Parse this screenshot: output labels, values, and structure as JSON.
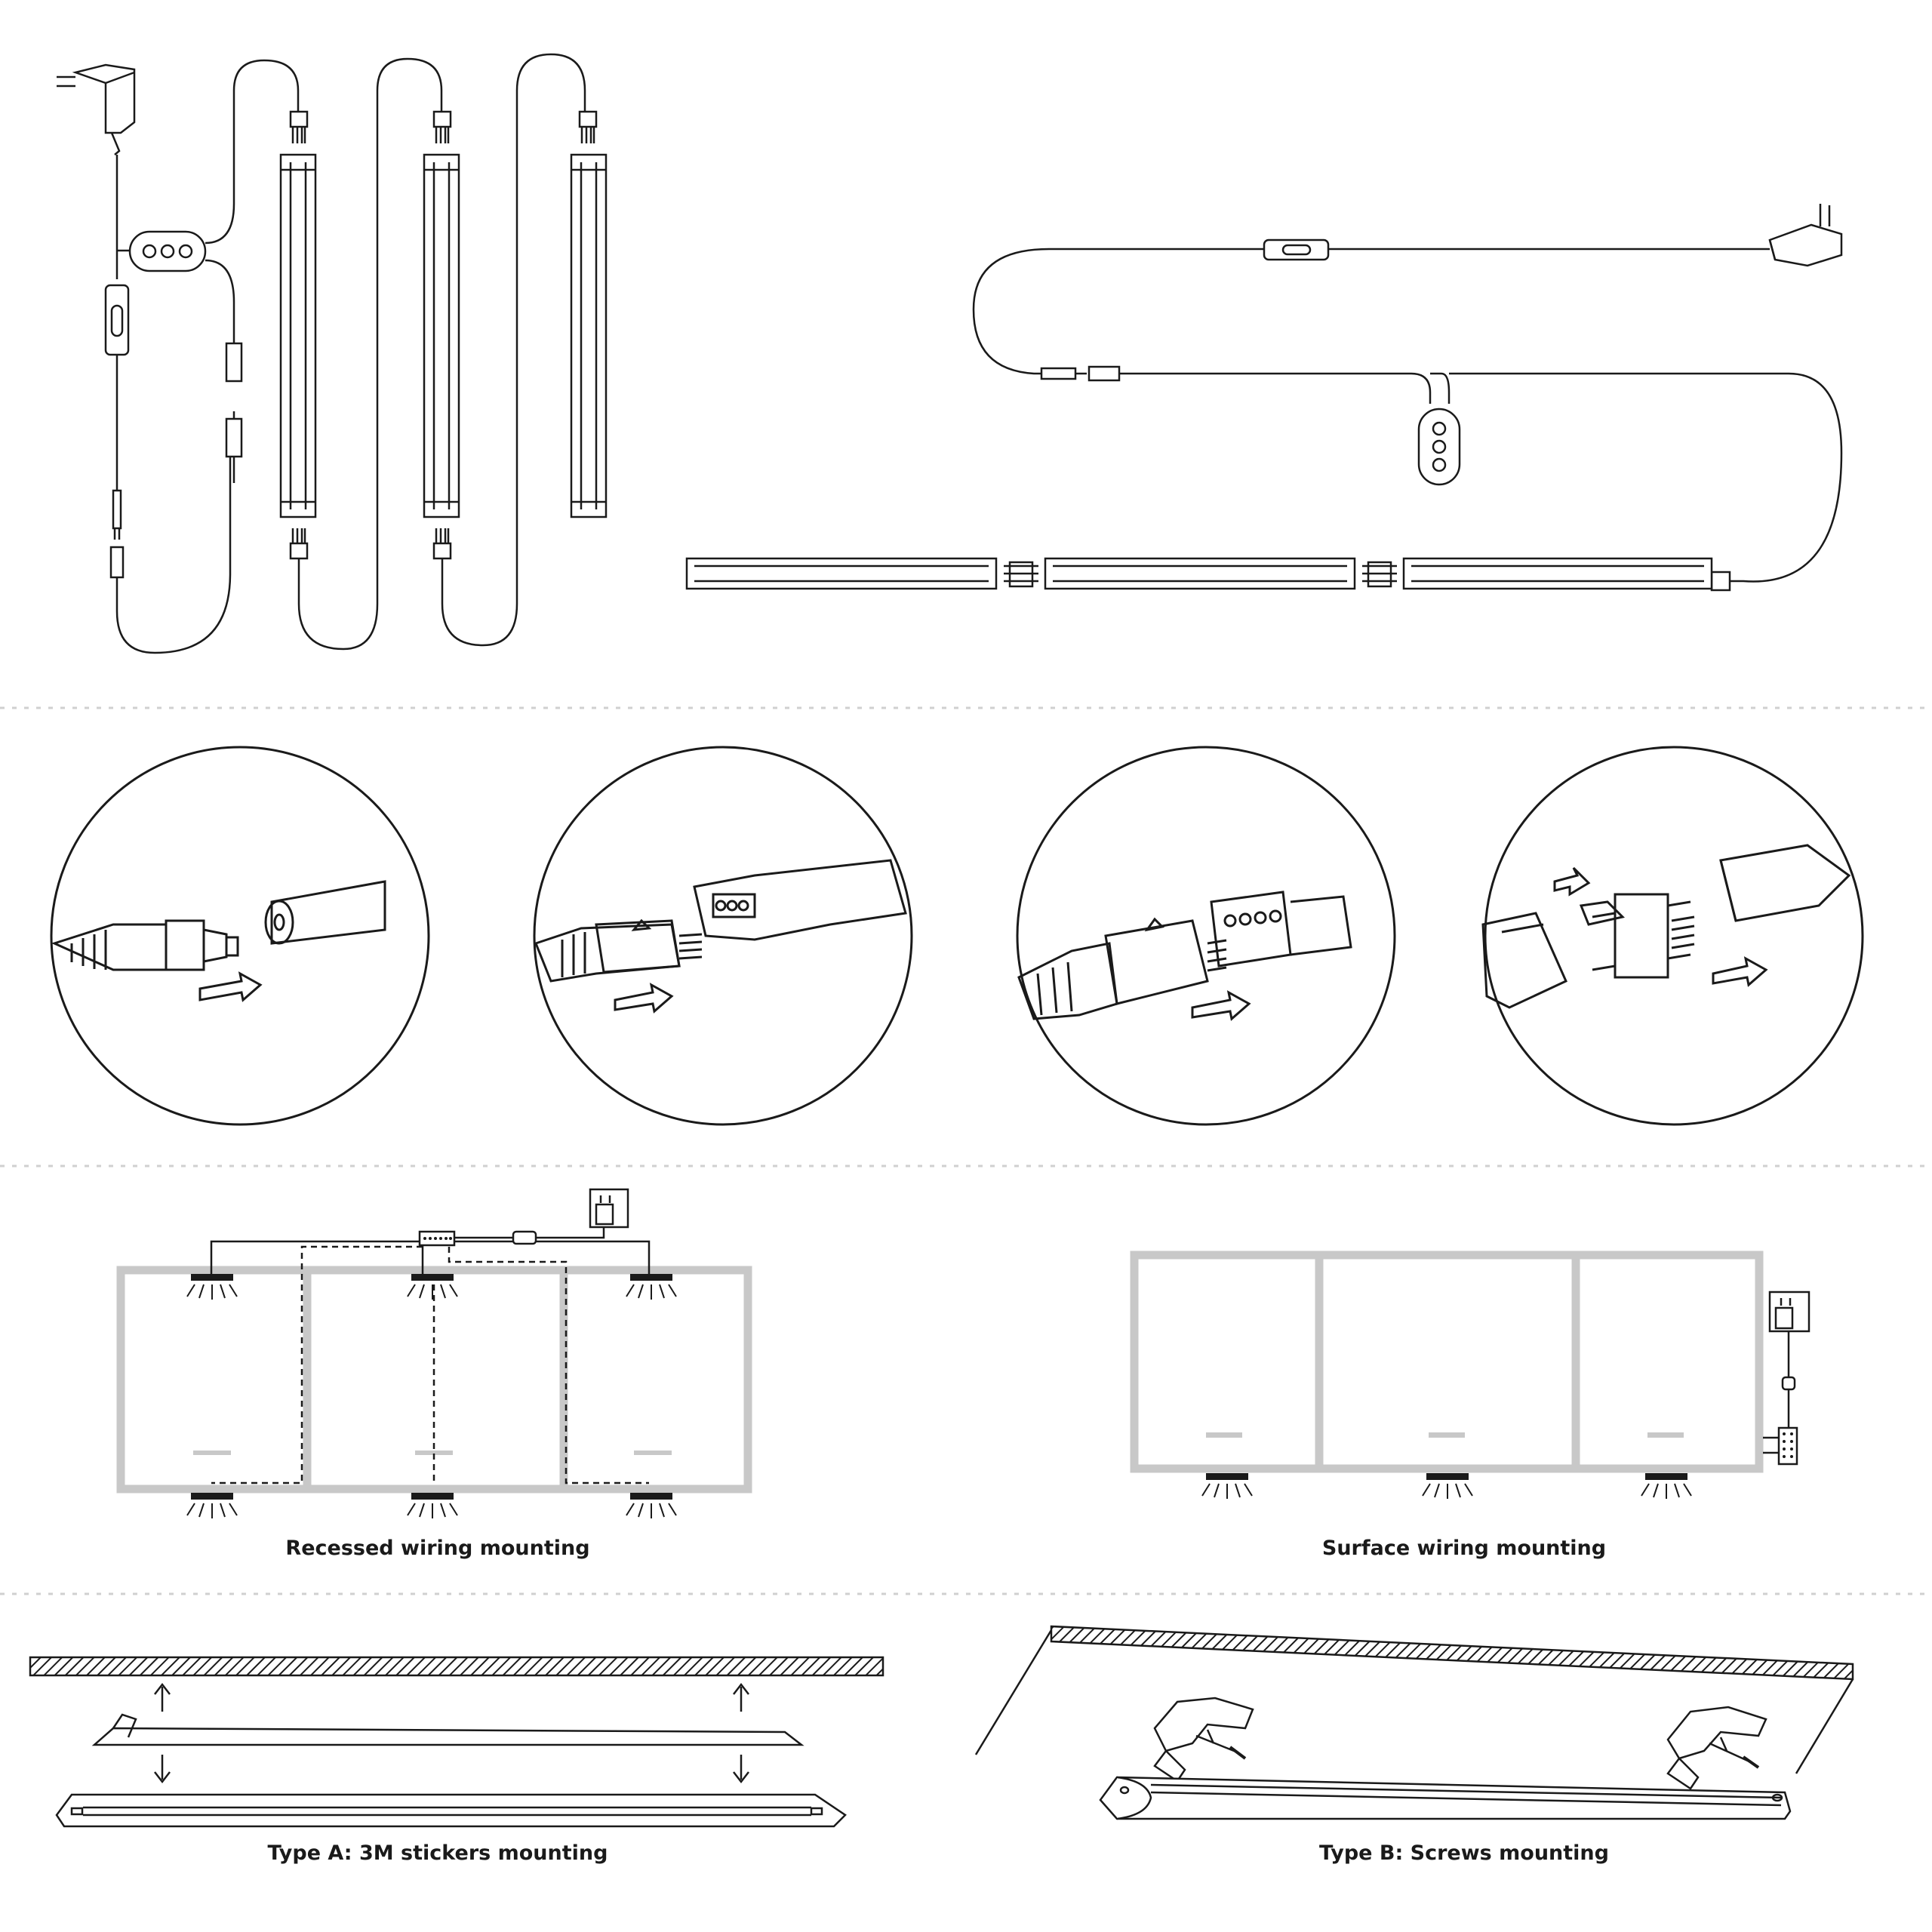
{
  "captions": {
    "recessed": "Recessed wiring mounting",
    "surface": "Surface wiring mounting",
    "type_a": "Type A: 3M stickers mounting",
    "type_b": "Type B: Screws mounting"
  },
  "colors": {
    "line": "#1a1a1a",
    "cabinet": "#c8c8c8",
    "dots": "#d0d0d0",
    "hatch": "#1a1a1a"
  }
}
